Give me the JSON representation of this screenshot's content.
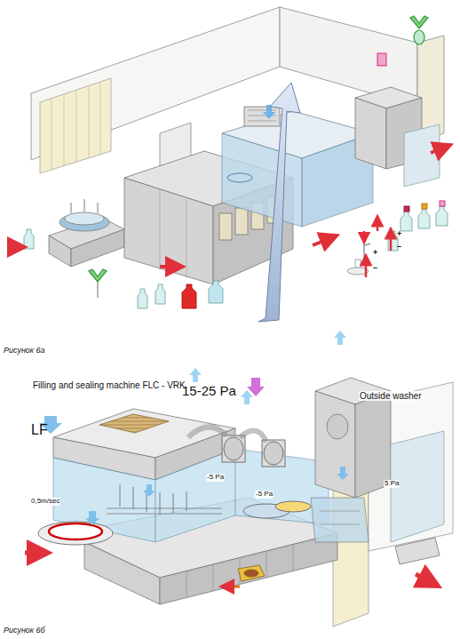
{
  "diagram": {
    "labels": [
      "Рисунок 6а",
      "Filling and sealing machine FLC - VRK",
      "15-25 Pa",
      "Outside washer",
      "LF",
      "0,5m/sec",
      "-5 Pa",
      "-5 Pa",
      "5 Pa",
      "Рисунок 6б",
      "+",
      "–",
      "+",
      "–"
    ]
  }
}
